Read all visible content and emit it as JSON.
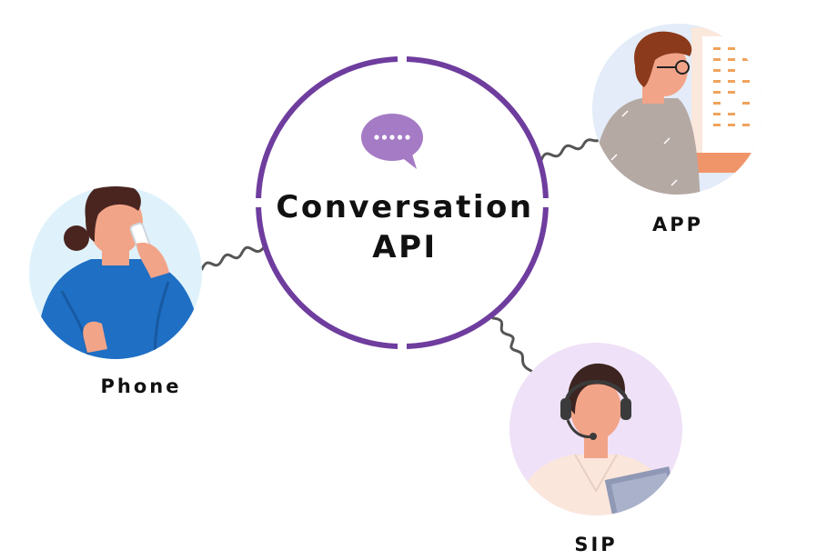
{
  "hub": {
    "title_line1": "Conversation",
    "title_line2": "API",
    "ring_color": "#6e3d9e",
    "bubble_icon": "chat-bubble-icon",
    "bubble_color": "#a57bc6"
  },
  "nodes": [
    {
      "id": "phone",
      "label": "Phone",
      "icon": "woman-on-phone-illustration",
      "bg": "#dff2fb"
    },
    {
      "id": "app",
      "label": "APP",
      "icon": "man-at-computer-illustration",
      "bg": "#e3ecf8"
    },
    {
      "id": "sip",
      "label": "SIP",
      "icon": "agent-with-headset-illustration",
      "bg": "#efe1f7"
    }
  ],
  "connector_color": "#555555"
}
